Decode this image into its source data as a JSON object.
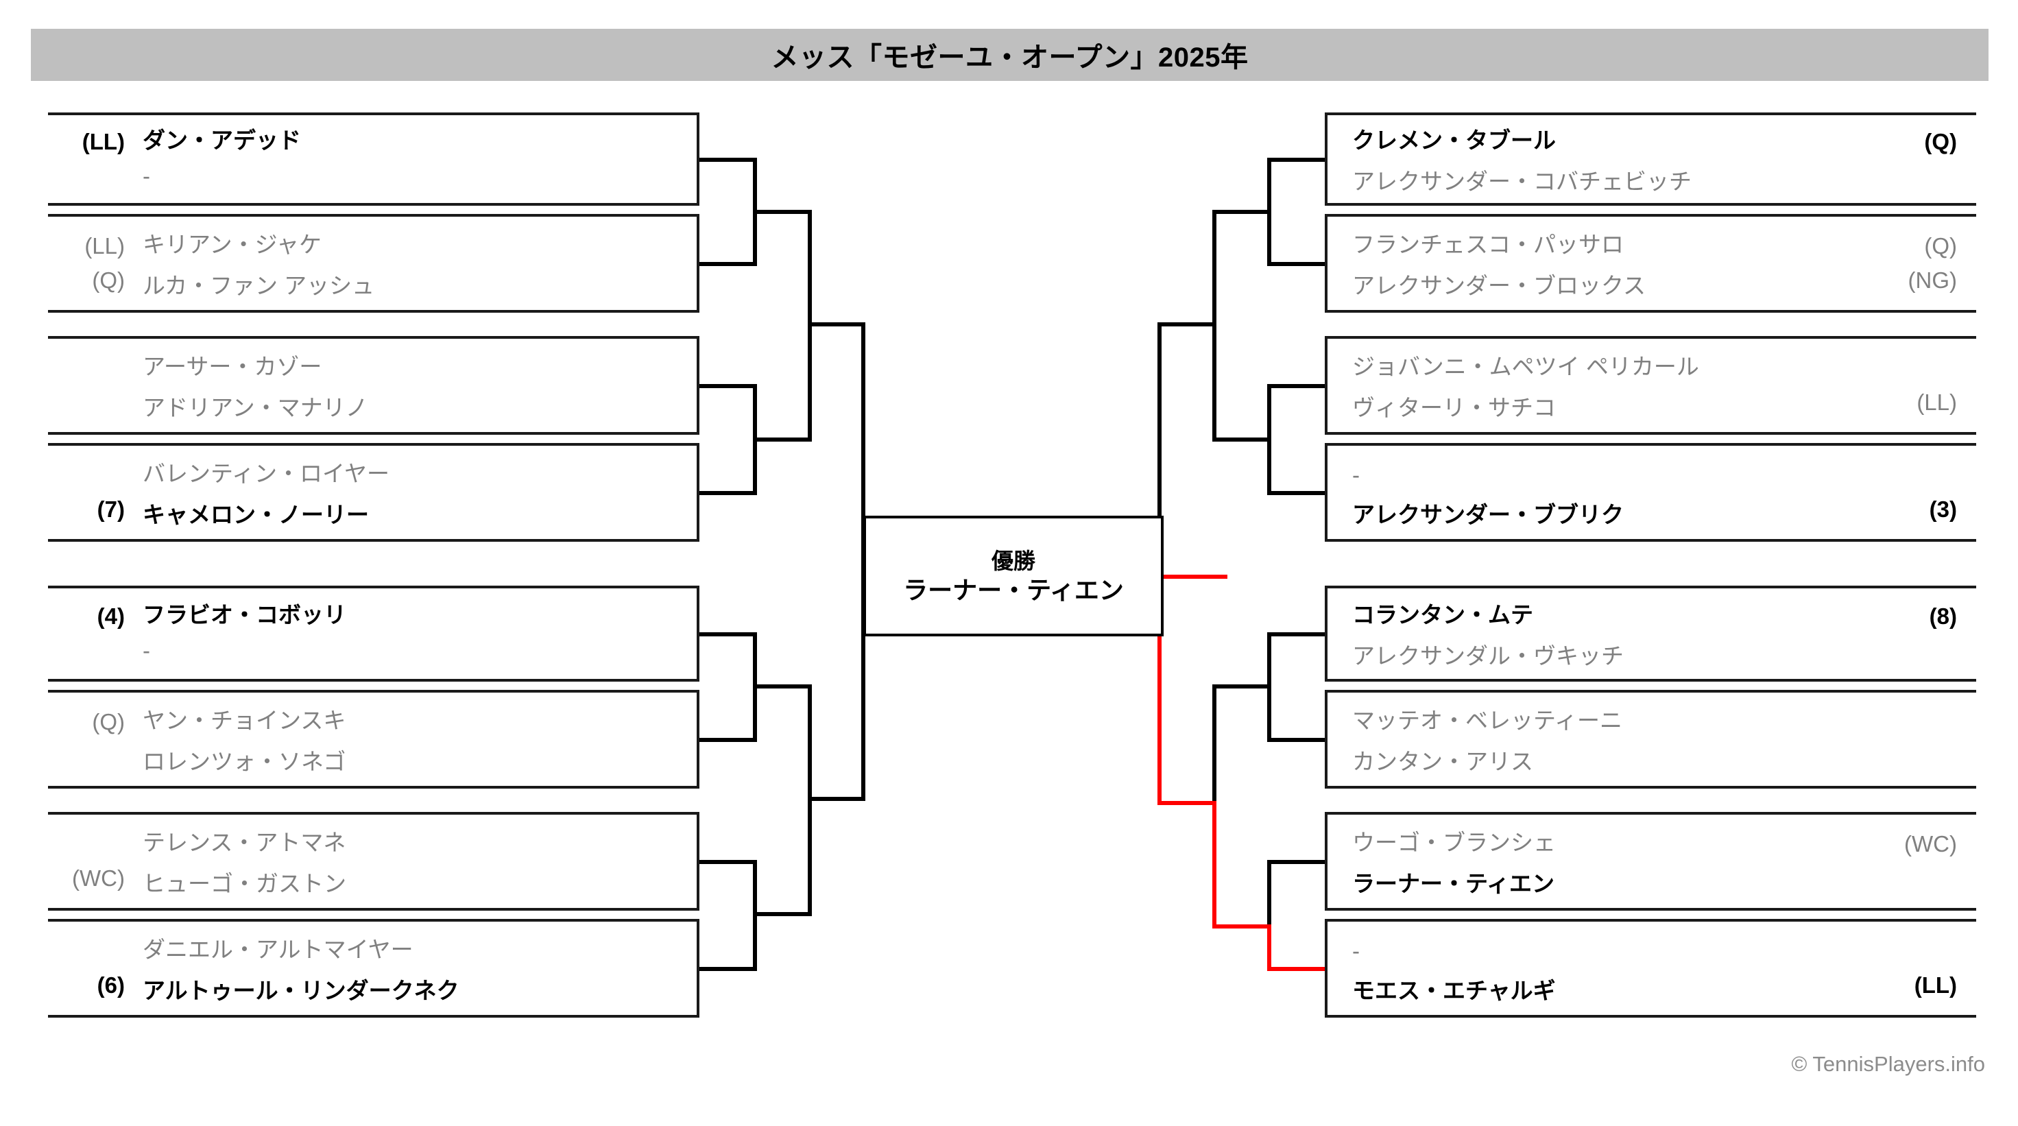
{
  "header": {
    "title": "メッス「モゼーユ・オープン」2025年"
  },
  "champion": {
    "label": "優勝",
    "name": "ラーナー・ティエン"
  },
  "footer": {
    "copyright": "© TennisPlayers.info"
  },
  "colors": {
    "header_bg": "#bfbfbf",
    "line": "#000000",
    "winner_path": "#ff0000",
    "text_normal": "#808080",
    "text_winner": "#000000"
  },
  "left_matches": [
    {
      "top": {
        "seed": "(LL)",
        "name": "ダン・アデッド",
        "winner": true
      },
      "bottom": {
        "seed": "",
        "name": "-",
        "winner": false
      }
    },
    {
      "top": {
        "seed": "(LL)",
        "name": "キリアン・ジャケ",
        "winner": false
      },
      "bottom": {
        "seed": "(Q)",
        "name": "ルカ・ファン アッシュ",
        "winner": false
      }
    },
    {
      "top": {
        "seed": "",
        "name": "アーサー・カゾー",
        "winner": false
      },
      "bottom": {
        "seed": "",
        "name": "アドリアン・マナリノ",
        "winner": false
      }
    },
    {
      "top": {
        "seed": "",
        "name": "バレンティン・ロイヤー",
        "winner": false
      },
      "bottom": {
        "seed": "(7)",
        "name": "キャメロン・ノーリー",
        "winner": true
      }
    },
    {
      "top": {
        "seed": "(4)",
        "name": "フラビオ・コボッリ",
        "winner": true
      },
      "bottom": {
        "seed": "",
        "name": "-",
        "winner": false
      }
    },
    {
      "top": {
        "seed": "(Q)",
        "name": "ヤン・チョインスキ",
        "winner": false
      },
      "bottom": {
        "seed": "",
        "name": "ロレンツォ・ソネゴ",
        "winner": false
      }
    },
    {
      "top": {
        "seed": "",
        "name": "テレンス・アトマネ",
        "winner": false
      },
      "bottom": {
        "seed": "(WC)",
        "name": "ヒューゴ・ガストン",
        "winner": false
      }
    },
    {
      "top": {
        "seed": "",
        "name": "ダニエル・アルトマイヤー",
        "winner": false
      },
      "bottom": {
        "seed": "(6)",
        "name": "アルトゥール・リンダークネク",
        "winner": true
      }
    }
  ],
  "right_matches": [
    {
      "top": {
        "name": "クレメン・タブール",
        "seed": "(Q)",
        "winner": true
      },
      "bottom": {
        "name": "アレクサンダー・コバチェビッチ",
        "seed": "",
        "winner": false
      }
    },
    {
      "top": {
        "name": "フランチェスコ・パッサロ",
        "seed": "(Q)",
        "winner": false
      },
      "bottom": {
        "name": "アレクサンダー・ブロックス",
        "seed": "(NG)",
        "winner": false
      }
    },
    {
      "top": {
        "name": "ジョバンニ・ムペツイ ペリカール",
        "seed": "",
        "winner": false
      },
      "bottom": {
        "name": "ヴィターリ・サチコ",
        "seed": "(LL)",
        "winner": false
      }
    },
    {
      "top": {
        "name": "-",
        "seed": "",
        "winner": false
      },
      "bottom": {
        "name": "アレクサンダー・ブブリク",
        "seed": "(3)",
        "winner": true
      }
    },
    {
      "top": {
        "name": "コランタン・ムテ",
        "seed": "(8)",
        "winner": true
      },
      "bottom": {
        "name": "アレクサンダル・ヴキッチ",
        "seed": "",
        "winner": false
      }
    },
    {
      "top": {
        "name": "マッテオ・ベレッティーニ",
        "seed": "",
        "winner": false
      },
      "bottom": {
        "name": "カンタン・アリス",
        "seed": "",
        "winner": false
      }
    },
    {
      "top": {
        "name": "ウーゴ・ブランシェ",
        "seed": "(WC)",
        "winner": false
      },
      "bottom": {
        "name": "ラーナー・ティエン",
        "seed": "",
        "winner": true
      }
    },
    {
      "top": {
        "name": "-",
        "seed": "",
        "winner": false
      },
      "bottom": {
        "name": "モエス・エチャルギ",
        "seed": "(LL)",
        "winner": false
      }
    }
  ]
}
